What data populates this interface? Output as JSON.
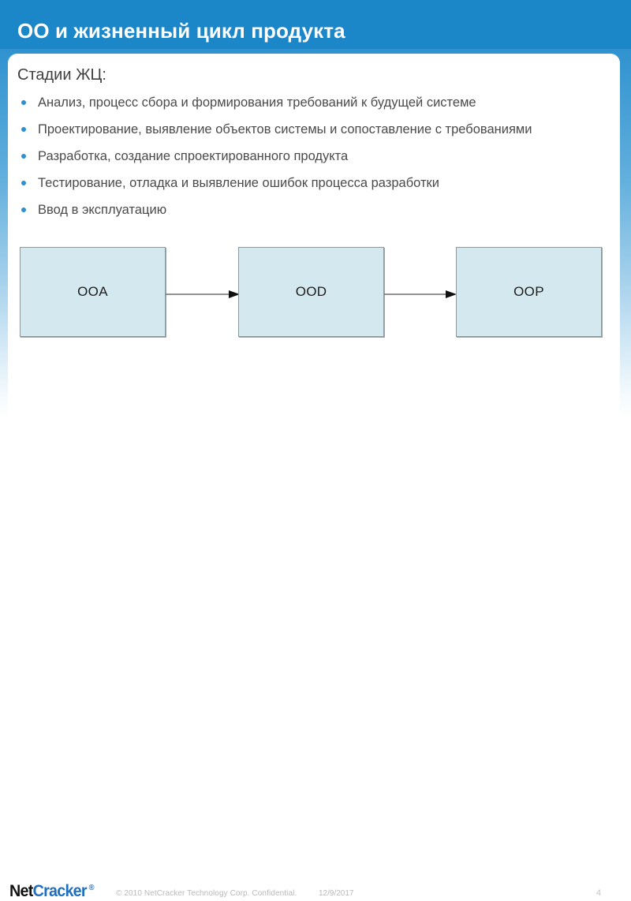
{
  "slide": {
    "title": "ОО и жизненный цикл продукта",
    "page_number": "4"
  },
  "content": {
    "heading": "Стадии ЖЦ:",
    "bullets": [
      {
        "text": "Анализ, процесс сбора и формирования требований к будущей системе"
      },
      {
        "text": "Проектирование, выявление объектов системы и сопоставление с требованиями"
      },
      {
        "text": "Разработка, создание спроектированного продукта"
      },
      {
        "text": "Тестирование, отладка и выявление ошибок процесса разработки"
      },
      {
        "text": "Ввод  в эксплуатацию"
      }
    ]
  },
  "diagram": {
    "type": "flow",
    "nodes": [
      {
        "id": "ooa",
        "label": "OOA"
      },
      {
        "id": "ood",
        "label": "OOD"
      },
      {
        "id": "oop",
        "label": "OOP"
      }
    ],
    "edges": [
      {
        "from": "ooa",
        "to": "ood"
      },
      {
        "from": "ood",
        "to": "oop"
      }
    ],
    "node_fill": "#d3e8ef",
    "node_border": "#8a9a9e",
    "edge_color": "#6f6f6f"
  },
  "footer": {
    "logo_first": "Net",
    "logo_second": "Cracker",
    "logo_registered": "®",
    "copyright": "© 2010  NetCracker Technology Corp. Confidential.",
    "date": "12/9/2017"
  },
  "colors": {
    "title_bar": "#1b86c8",
    "accent_blue": "#2b8fd0",
    "logo_blue": "#1e6fc0",
    "panel_white": "#ffffff"
  }
}
